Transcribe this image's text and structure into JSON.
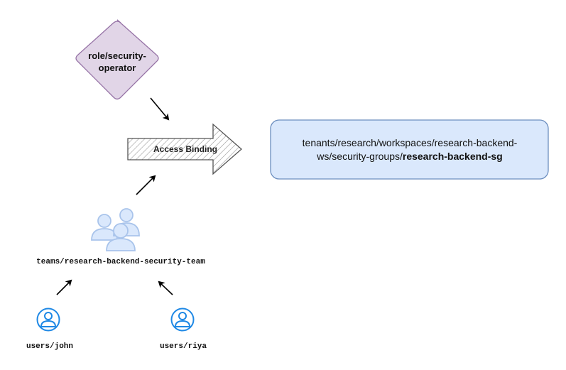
{
  "role": {
    "label": "role/security-operator",
    "fill": "#e1d5e7",
    "stroke": "#9673a6"
  },
  "binding": {
    "label": "Access Binding"
  },
  "security_group": {
    "path_prefix": "tenants/research/workspaces/research-backend-ws/security-groups/",
    "name": "research-backend-sg",
    "fill": "#dae8fc",
    "stroke": "#6c8ebf"
  },
  "team": {
    "label": "teams/research-backend-security-team",
    "icon": "team-icon",
    "color": "#a9c4eb"
  },
  "users": [
    {
      "label": "users/john",
      "icon": "user-icon"
    },
    {
      "label": "users/riya",
      "icon": "user-icon"
    }
  ],
  "user_icon_color": "#1e88e5"
}
